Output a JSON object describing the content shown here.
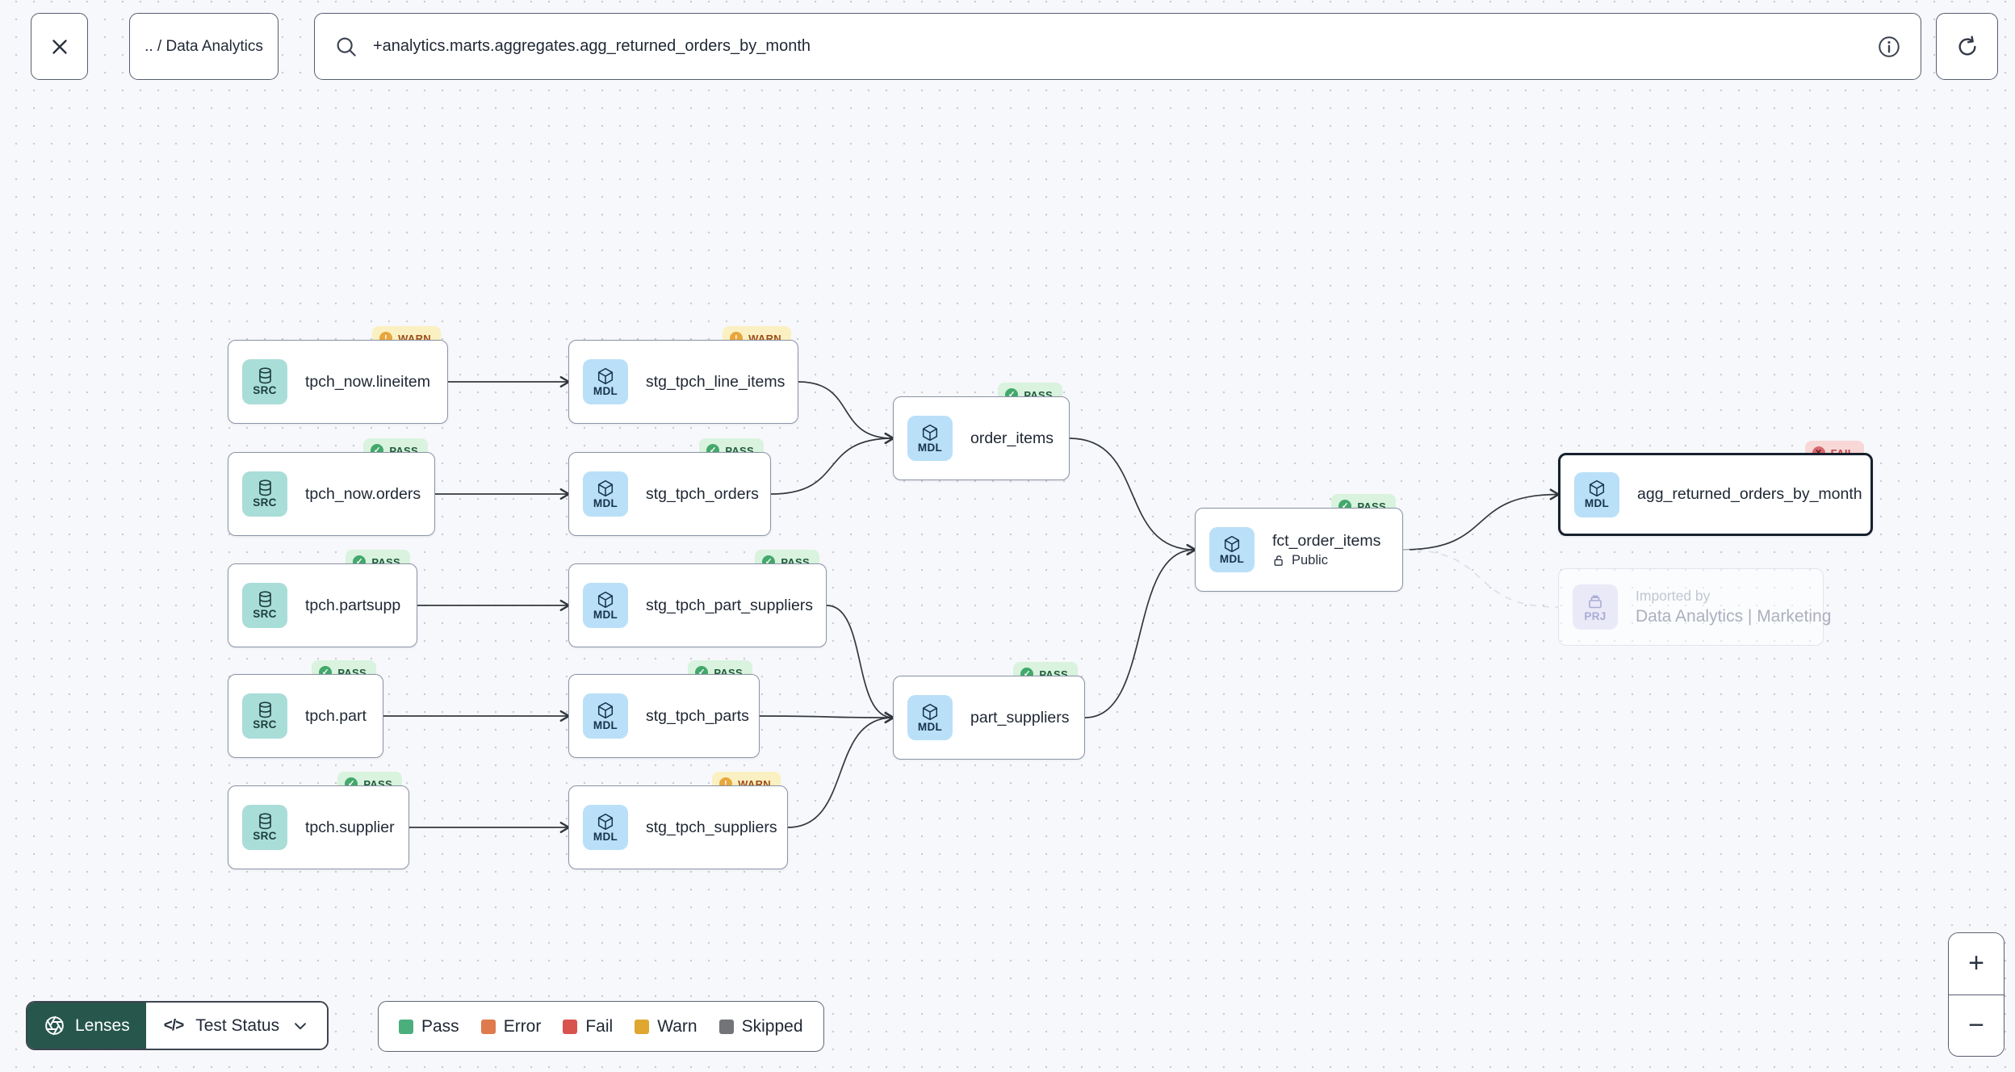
{
  "header": {
    "breadcrumb": ".. / Data Analytics",
    "search_value": "+analytics.marts.aggregates.agg_returned_orders_by_month"
  },
  "icons": {
    "code_glyph": "</>"
  },
  "statuses": {
    "PASS": {
      "label": "PASS",
      "bg": "#D9F3DE",
      "text": "#1E5A3C",
      "dot": "#43A86C",
      "symbol": "✓",
      "symbol_color": "#FFFFFF"
    },
    "WARN": {
      "label": "WARN",
      "bg": "#FBF0C2",
      "text": "#9C4E1B",
      "dot": "#E8A63C",
      "symbol": "!",
      "symbol_color": "#FFFFFF"
    },
    "FAIL": {
      "label": "FAIL",
      "bg": "#F8D7D7",
      "text": "#C24444",
      "dot": "#D4696E",
      "symbol": "✕",
      "symbol_color": "#6B1E22"
    }
  },
  "node_types": {
    "SRC": {
      "label": "SRC",
      "bg": "#A9DDD8",
      "fg": "#1C3D3C",
      "icon": "database-icon"
    },
    "MDL": {
      "label": "MDL",
      "bg": "#B9E0F8",
      "fg": "#16324A",
      "icon": "cube-icon"
    },
    "PRJ": {
      "label": "PRJ",
      "bg": "#E9E9F8",
      "fg": "#A9ACD3",
      "icon": "project-icon"
    }
  },
  "graph": {
    "nodes": [
      {
        "id": "tpch_now_lineitem",
        "label": "tpch_now.lineitem",
        "type": "SRC",
        "status": "WARN"
      },
      {
        "id": "stg_tpch_line_items",
        "label": "stg_tpch_line_items",
        "type": "MDL",
        "status": "WARN"
      },
      {
        "id": "order_items",
        "label": "order_items",
        "type": "MDL",
        "status": "PASS"
      },
      {
        "id": "tpch_now_orders",
        "label": "tpch_now.orders",
        "type": "SRC",
        "status": "PASS"
      },
      {
        "id": "stg_tpch_orders",
        "label": "stg_tpch_orders",
        "type": "MDL",
        "status": "PASS"
      },
      {
        "id": "tpch_partsupp",
        "label": "tpch.partsupp",
        "type": "SRC",
        "status": "PASS"
      },
      {
        "id": "stg_tpch_part_suppliers",
        "label": "stg_tpch_part_suppliers",
        "type": "MDL",
        "status": "PASS"
      },
      {
        "id": "tpch_part",
        "label": "tpch.part",
        "type": "SRC",
        "status": "PASS"
      },
      {
        "id": "stg_tpch_parts",
        "label": "stg_tpch_parts",
        "type": "MDL",
        "status": "PASS"
      },
      {
        "id": "part_suppliers",
        "label": "part_suppliers",
        "type": "MDL",
        "status": "PASS"
      },
      {
        "id": "tpch_supplier",
        "label": "tpch.supplier",
        "type": "SRC",
        "status": "PASS"
      },
      {
        "id": "stg_tpch_suppliers",
        "label": "stg_tpch_suppliers",
        "type": "MDL",
        "status": "WARN"
      },
      {
        "id": "fct_order_items",
        "label": "fct_order_items",
        "type": "MDL",
        "status": "PASS",
        "access": "Public"
      },
      {
        "id": "agg_returned_orders_by_month",
        "label": "agg_returned_orders_by_month",
        "type": "MDL",
        "status": "FAIL",
        "selected": true
      },
      {
        "id": "imported_project",
        "eyebrow": "Imported by",
        "label": "Data Analytics | Marketing",
        "type": "PRJ",
        "faded": true
      }
    ],
    "edges": [
      {
        "from": "tpch_now_lineitem",
        "to": "stg_tpch_line_items"
      },
      {
        "from": "stg_tpch_line_items",
        "to": "order_items"
      },
      {
        "from": "tpch_now_orders",
        "to": "stg_tpch_orders"
      },
      {
        "from": "stg_tpch_orders",
        "to": "order_items"
      },
      {
        "from": "tpch_partsupp",
        "to": "stg_tpch_part_suppliers"
      },
      {
        "from": "stg_tpch_part_suppliers",
        "to": "part_suppliers"
      },
      {
        "from": "tpch_part",
        "to": "stg_tpch_parts"
      },
      {
        "from": "stg_tpch_parts",
        "to": "part_suppliers"
      },
      {
        "from": "tpch_supplier",
        "to": "stg_tpch_suppliers"
      },
      {
        "from": "stg_tpch_suppliers",
        "to": "part_suppliers"
      },
      {
        "from": "order_items",
        "to": "fct_order_items"
      },
      {
        "from": "part_suppliers",
        "to": "fct_order_items"
      },
      {
        "from": "fct_order_items",
        "to": "agg_returned_orders_by_month"
      },
      {
        "from": "fct_order_items",
        "to": "imported_project",
        "style": "dashed"
      }
    ]
  },
  "footer": {
    "lenses_label": "Lenses",
    "lens_selected": "Test Status",
    "legend": [
      {
        "label": "Pass",
        "color": "#4CAE7D"
      },
      {
        "label": "Error",
        "color": "#DE7A4E"
      },
      {
        "label": "Fail",
        "color": "#D8524E"
      },
      {
        "label": "Warn",
        "color": "#DFA630"
      },
      {
        "label": "Skipped",
        "color": "#737478"
      }
    ],
    "zoom_in_label": "+",
    "zoom_out_label": "−"
  }
}
